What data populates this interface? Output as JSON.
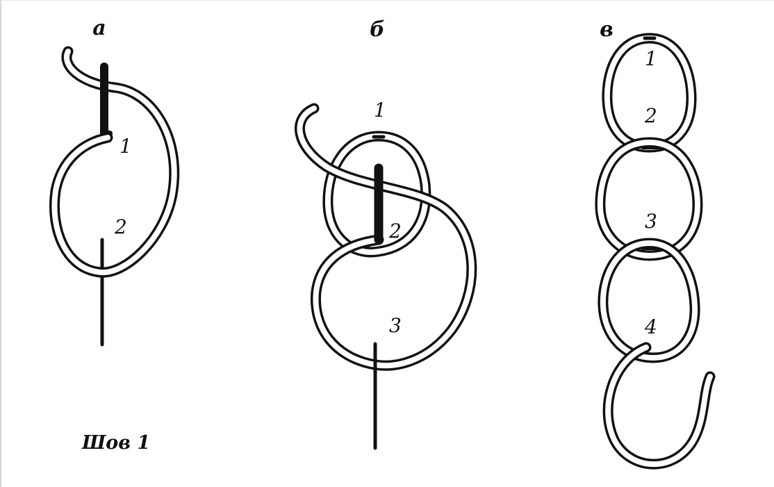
{
  "panels": {
    "a": {
      "label": "а",
      "points": [
        "1",
        "2"
      ]
    },
    "b": {
      "label": "б",
      "points": [
        "1",
        "2",
        "3"
      ]
    },
    "v": {
      "label": "в",
      "points": [
        "1",
        "2",
        "3",
        "4"
      ]
    }
  },
  "caption": "Шов 1",
  "colors": {
    "ink": "#111111",
    "paper": "#ffffff"
  }
}
